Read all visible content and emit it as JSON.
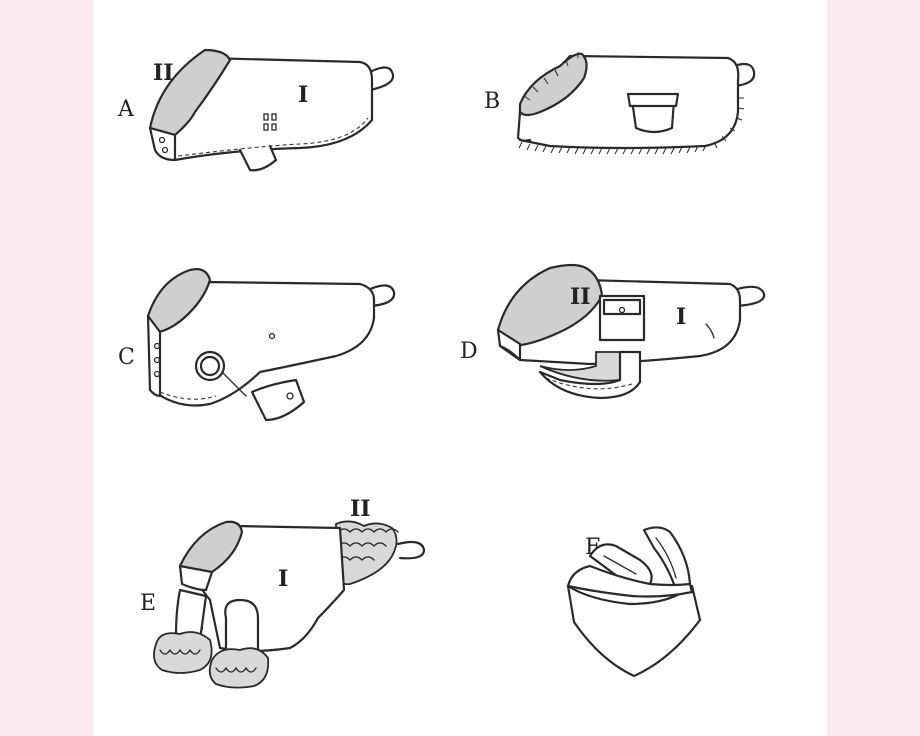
{
  "labels": {
    "view_a": "A",
    "view_b": "B",
    "view_c": "C",
    "view_d": "D",
    "view_e": "E",
    "view_f": "F"
  },
  "piece_marks": {
    "a_body": "I",
    "a_collar": "II",
    "d_body": "I",
    "d_collar": "II",
    "e_body": "I",
    "e_ruffle": "II"
  },
  "colors": {
    "page_background": "#fbe9f0",
    "panel_background": "#ffffff",
    "line": "#2a2a2a",
    "collar_shading": "#cfcfcf"
  }
}
